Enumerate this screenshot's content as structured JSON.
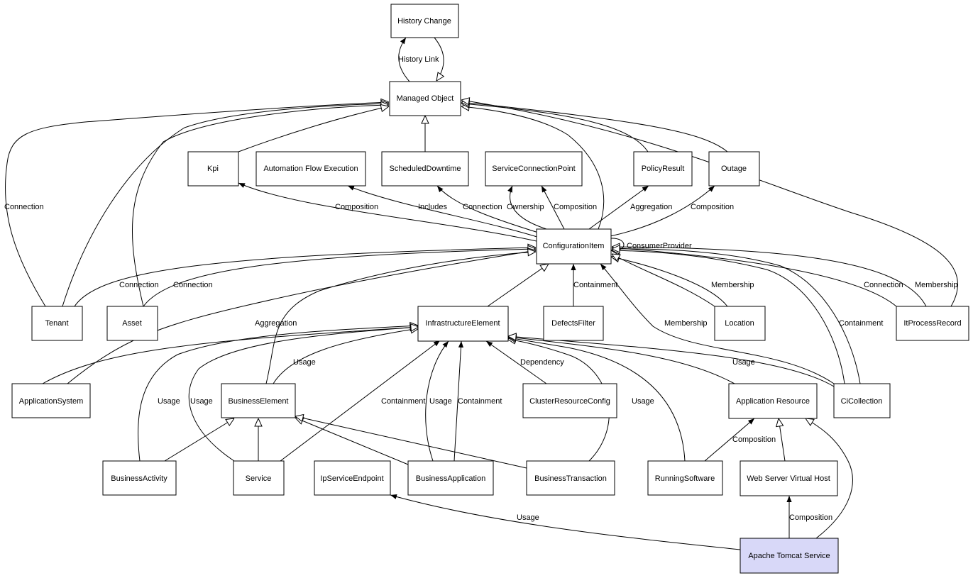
{
  "colors": {
    "node_fill": "#ffffff",
    "highlight_fill": "#d8d8f8",
    "stroke": "#000000"
  },
  "nodes": {
    "history_change": "History Change",
    "managed_object": "Managed Object",
    "kpi": "Kpi",
    "automation_flow_execution": "Automation Flow Execution",
    "scheduled_downtime": "ScheduledDowntime",
    "service_connection_point": "ServiceConnectionPoint",
    "policy_result": "PolicyResult",
    "outage": "Outage",
    "configuration_item": "ConfigurationItem",
    "tenant": "Tenant",
    "asset": "Asset",
    "infrastructure_element": "InfrastructureElement",
    "defects_filter": "DefectsFilter",
    "location": "Location",
    "it_process_record": "ItProcessRecord",
    "application_system": "ApplicationSystem",
    "business_element": "BusinessElement",
    "cluster_resource_config": "ClusterResourceConfig",
    "application_resource": "Application Resource",
    "ci_collection": "CiCollection",
    "business_activity": "BusinessActivity",
    "service": "Service",
    "ip_service_endpoint": "IpServiceEndpoint",
    "business_application": "BusinessApplication",
    "business_transaction": "BusinessTransaction",
    "running_software": "RunningSoftware",
    "web_server_virtual_host": "Web Server Virtual Host",
    "apache_tomcat_service": "Apache Tomcat Service"
  },
  "edge_labels": {
    "history_link": "History Link",
    "connection_tenant_mo": "Connection",
    "composition_kpi": "Composition",
    "includes_afe": "Includes",
    "connection_sd": "Connection",
    "ownership_scp": "Ownership",
    "composition_scp": "Composition",
    "aggregation_pr": "Aggregation",
    "composition_outage": "Composition",
    "consumer_provider": "ConsumerProvider",
    "connection_tenant_ci": "Connection",
    "connection_asset_ci": "Connection",
    "containment_df": "Containment",
    "membership_location": "Membership",
    "connection_itpr": "Connection",
    "membership_itpr": "Membership",
    "aggregation_as": "Aggregation",
    "membership_cicol": "Membership",
    "containment_cicol": "Containment",
    "usage_be_ie": "Usage",
    "dependency_crc": "Dependency",
    "usage_cicol_ie": "Usage",
    "usage_ba_ie": "Usage",
    "usage_service_ie": "Usage",
    "containment_service_ie": "Containment",
    "usage_bapp_ie": "Usage",
    "containment_bapp_ie": "Containment",
    "usage_bt_ie": "Usage",
    "composition_rs_ar": "Composition",
    "usage_ats_ipse": "Usage",
    "composition_ats_wsvh": "Composition"
  }
}
